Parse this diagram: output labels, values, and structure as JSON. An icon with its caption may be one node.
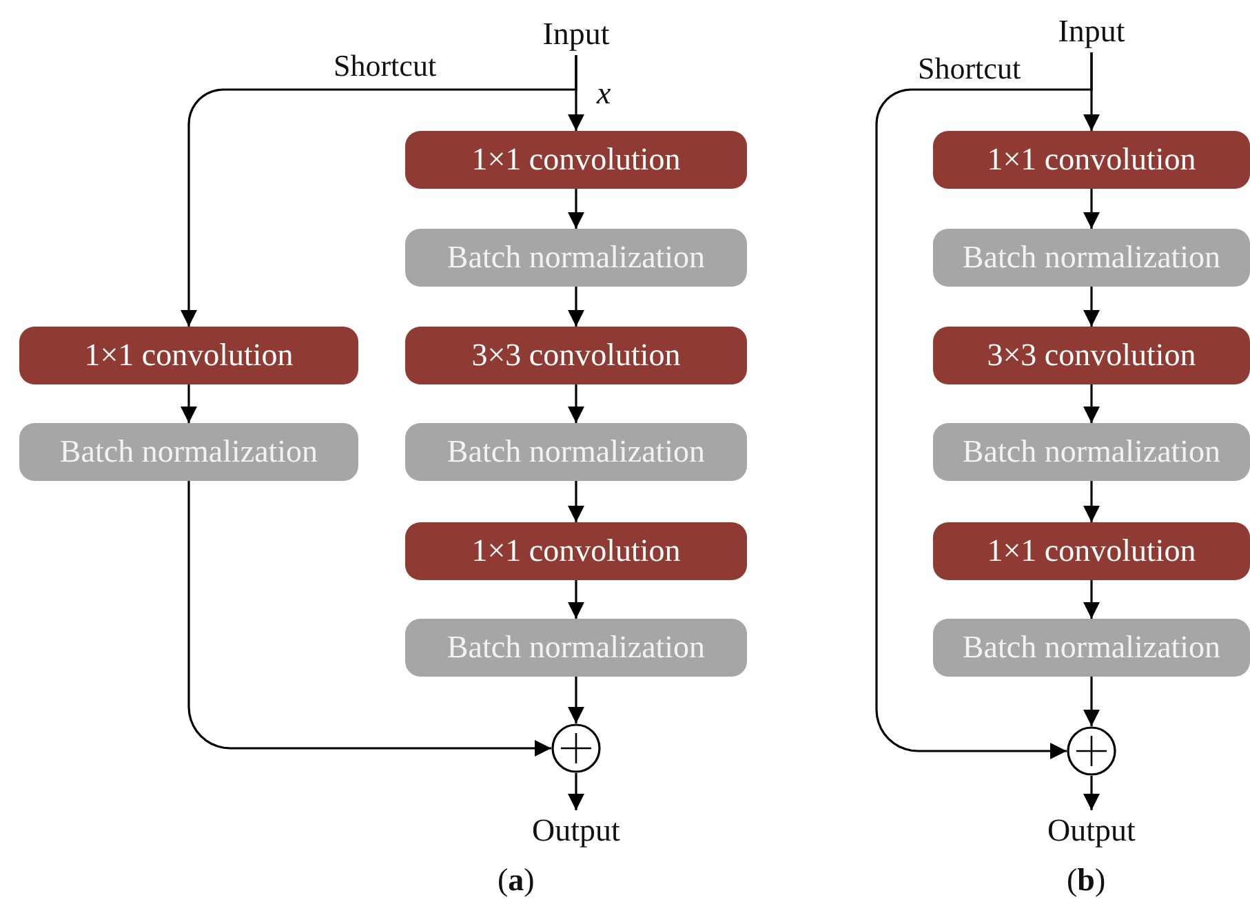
{
  "diagram": {
    "nodes": [
      {
        "text": [
          "Input"
        ]
      },
      {
        "text": [
          "1×1 convolution"
        ]
      },
      {
        "text": [
          "Batch normalization"
        ]
      },
      {
        "text": [
          "3×3 convolution"
        ]
      },
      {
        "text": [
          "Batch normalization"
        ]
      },
      {
        "text": [
          "1×1 convolution"
        ]
      },
      {
        "text": [
          "Batch normalization"
        ]
      },
      {
        "text": [
          "1×1 convolution"
        ]
      },
      {
        "text": [
          "Batch normalization"
        ]
      },
      {
        "text": [],
        "shape": "circle"
      },
      {
        "text": [
          "Output"
        ]
      },
      {
        "text": [
          "Input"
        ]
      },
      {
        "text": [
          "1×1 convolution"
        ]
      },
      {
        "text": [
          "Batch normalization"
        ]
      },
      {
        "text": [
          "3×3 convolution"
        ]
      },
      {
        "text": [
          "Batch normalization"
        ]
      },
      {
        "text": [
          "1×1 convolution"
        ]
      },
      {
        "text": [
          "Batch normalization"
        ]
      },
      {
        "text": [],
        "shape": "circle"
      },
      {
        "text": [
          "Output"
        ]
      }
    ],
    "edges": [
      {
        "from": 0,
        "to": 1,
        "arrow": "to"
      },
      {
        "from": 0,
        "to": 7,
        "arrow": "to",
        "label": "Shortcut"
      },
      {
        "from": 1,
        "to": 2,
        "arrow": "to"
      },
      {
        "from": 2,
        "to": 3,
        "arrow": "to"
      },
      {
        "from": 3,
        "to": 4,
        "arrow": "to"
      },
      {
        "from": 4,
        "to": 5,
        "arrow": "to"
      },
      {
        "from": 5,
        "to": 6,
        "arrow": "to"
      },
      {
        "from": 6,
        "to": 9,
        "arrow": "to"
      },
      {
        "from": 7,
        "to": 8,
        "arrow": "to"
      },
      {
        "from": 8,
        "to": 9,
        "arrow": "to"
      },
      {
        "from": 9,
        "to": 10,
        "arrow": "to"
      },
      {
        "from": 11,
        "to": 12,
        "arrow": "to"
      },
      {
        "from": 11,
        "to": 18,
        "arrow": "to",
        "label": "Shortcut"
      },
      {
        "from": 12,
        "to": 13,
        "arrow": "to"
      },
      {
        "from": 13,
        "to": 14,
        "arrow": "to"
      },
      {
        "from": 14,
        "to": 15,
        "arrow": "to"
      },
      {
        "from": 15,
        "to": 16,
        "arrow": "to"
      },
      {
        "from": 16,
        "to": 17,
        "arrow": "to"
      },
      {
        "from": 17,
        "to": 18,
        "arrow": "to"
      },
      {
        "from": 18,
        "to": 19,
        "arrow": "to"
      }
    ],
    "labels": [
      "x",
      "(**a**)",
      "(**b**)"
    ]
  }
}
